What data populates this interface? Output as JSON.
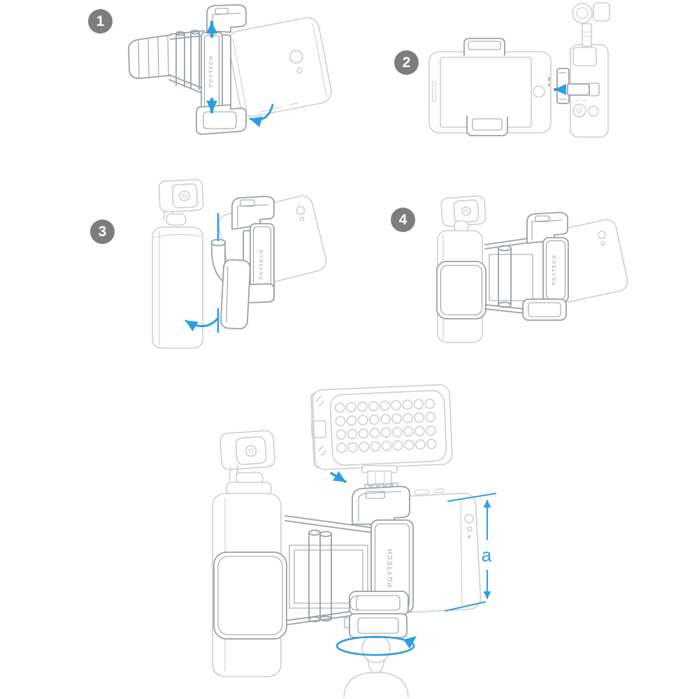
{
  "brand_label": "PGYTECH",
  "dimension": {
    "label": "a"
  },
  "steps": [
    {
      "number": "1"
    },
    {
      "number": "2"
    },
    {
      "number": "3"
    },
    {
      "number": "4"
    }
  ],
  "colors": {
    "accent_blue": "#2D9EE0",
    "outline_gray": "#9AA0A6",
    "ghost_gray": "#CBCFD3",
    "badge_gray": "#7D7D7D",
    "highlight_orange": "#EE8A63",
    "background": "#FFFFFF"
  },
  "icons": {
    "step1": [
      "expand-up-arrow-icon",
      "expand-down-arrow-icon",
      "insert-phone-curved-arrow-icon"
    ],
    "step2": [
      "connect-left-arrow-icon"
    ],
    "step3": [
      "hinge-axis-line",
      "fold-arm-curved-arrow-icon"
    ],
    "assembled": [
      "cold-shoe-arrow-icon",
      "rotate-arrow-icon",
      "height-dimension-arrow-icons"
    ]
  },
  "led_panel": {
    "rows": 4,
    "columns": 9
  }
}
